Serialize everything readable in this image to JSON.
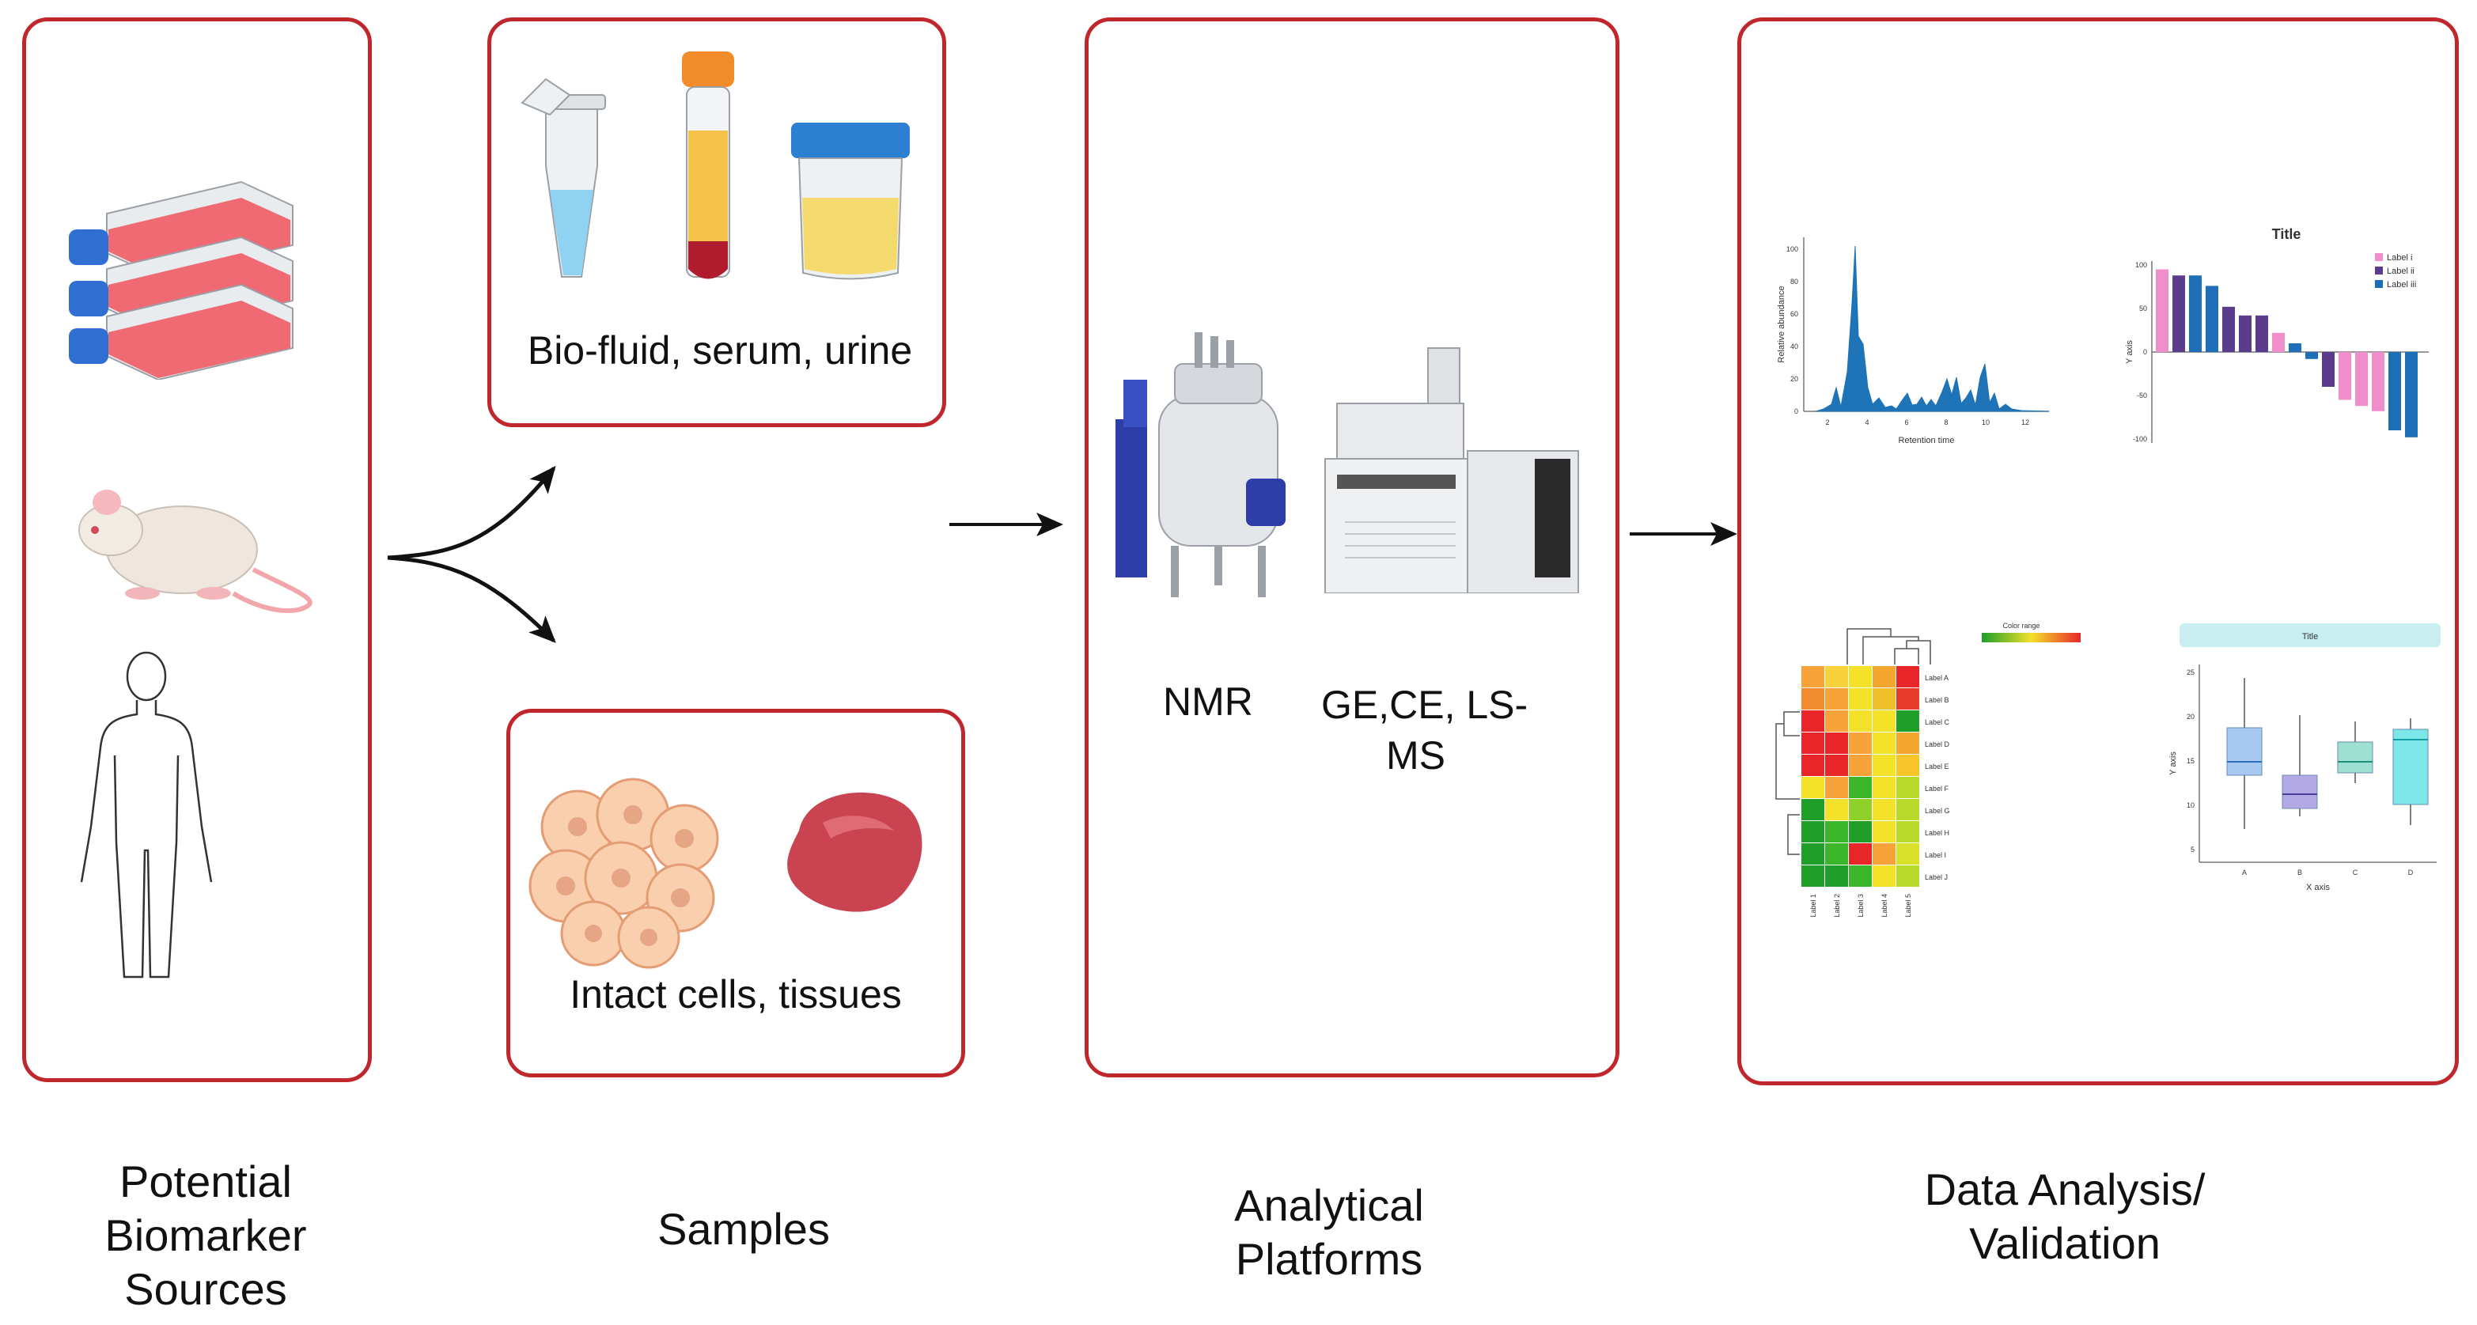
{
  "panels": {
    "sources": {
      "caption": "Potential Biomarker Sources",
      "icons": [
        "cell-culture-flask-icon",
        "mouse-icon",
        "human-body-outline-icon"
      ]
    },
    "samples": {
      "caption": "Samples",
      "biofluid": {
        "label": "Bio-fluid, serum, urine",
        "icons": [
          "microcentrifuge-tube-icon",
          "blood-tube-icon",
          "urine-cup-icon"
        ]
      },
      "tissue": {
        "label": "Intact cells, tissues",
        "icons": [
          "cell-cluster-icon",
          "tissue-sample-icon"
        ]
      }
    },
    "platforms": {
      "caption": "Analytical Platforms",
      "nmr_label": "NMR",
      "ms_label_line1": "GE,CE, LS-",
      "ms_label_line2": "MS",
      "icons": [
        "nmr-spectrometer-icon",
        "mass-spectrometer-icon"
      ]
    },
    "analysis": {
      "caption": "Data Analysis/ Validation",
      "chromatogram": {
        "ylabel": "Relative abundance",
        "xlabel": "Retention time",
        "yticks": [
          "100",
          "80",
          "60",
          "40",
          "20",
          "0"
        ],
        "xticks": [
          "2",
          "4",
          "6",
          "8",
          "10",
          "12"
        ]
      },
      "waterfall": {
        "title": "Title",
        "ylabel": "Y axis",
        "yticks": [
          "100",
          "50",
          "0",
          "-50",
          "-100"
        ],
        "legend": [
          "Label i",
          "Label ii",
          "Label iii"
        ]
      },
      "heatmap": {
        "color_range_label": "Color range",
        "row_labels": [
          "Label A",
          "Label B",
          "Label C",
          "Label D",
          "Label E",
          "Label F",
          "Label G",
          "Label H",
          "Label I",
          "Label J"
        ],
        "col_labels": [
          "Label 1",
          "Label 2",
          "Label 3",
          "Label 4",
          "Label 5"
        ]
      },
      "boxplot": {
        "title": "Title",
        "ylabel": "Y axis",
        "xlabel": "X axis",
        "yticks": [
          "25",
          "20",
          "15",
          "10",
          "5"
        ],
        "categories": [
          "A",
          "B",
          "C",
          "D"
        ]
      }
    }
  },
  "colors": {
    "panel_border": "#c0272d",
    "arrow": "#111111"
  }
}
